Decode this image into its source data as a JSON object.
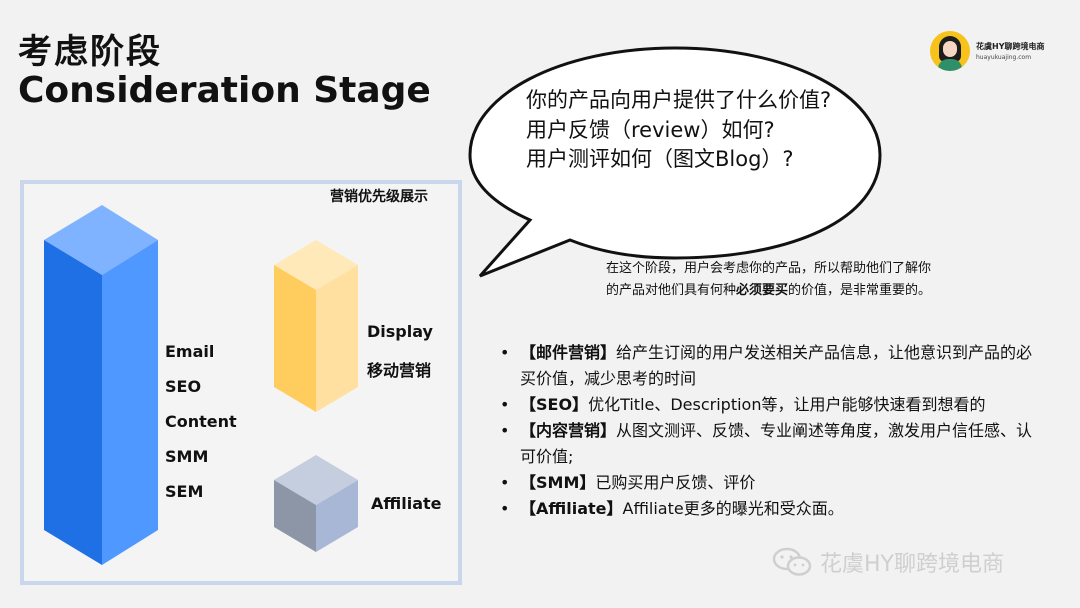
{
  "title": {
    "cn": "考虑阶段",
    "en": "Consideration Stage"
  },
  "brand": {
    "name": "花虞HY聊跨境电商",
    "site": "huayukuajing.com",
    "icon": "avatar-illustration"
  },
  "panel": {
    "title": "营销优先级展示",
    "tall_bar_labels": [
      "Email",
      "SEO",
      "Content",
      "SMM",
      "SEM"
    ],
    "mid_bar_labels": [
      "Display",
      "移动营销"
    ],
    "small_cube_label": "Affiliate",
    "colors": {
      "blue": "#2e86f0",
      "yellow": "#ffd36e",
      "gray": "#9aa3b5"
    }
  },
  "bubble": {
    "lines": [
      "你的产品向用户提供了什么价值?",
      "用户反馈（review）如何?",
      "用户测评如何（图文Blog）?"
    ]
  },
  "description": {
    "line1": "在这个阶段，用户会考虑你的产品，所以帮助他们了解你",
    "line2_pre": "的产品对他们具有何种",
    "line2_bold": "必须要买",
    "line2_post": "的价值，是非常重要的。"
  },
  "bullets": [
    {
      "tag": "【邮件营销】",
      "text": "给产生订阅的用户发送相关产品信息，让他意识到产品的必买价值，减少思考的时间"
    },
    {
      "tag": "【SEO】",
      "text": "优化Title、Description等，让用户能够快速看到想看的"
    },
    {
      "tag": "【内容营销】",
      "text": "从图文测评、反馈、专业阐述等角度，激发用户信任感、认可价值;"
    },
    {
      "tag": "【SMM】",
      "text": "已购买用户反馈、评价"
    },
    {
      "tag": "【Affiliate】",
      "text": "Affiliate更多的曝光和受众面。"
    }
  ],
  "bullet_symbol": "•",
  "watermark": {
    "text": "花虞HY聊跨境电商",
    "icon": "wechat-icon"
  }
}
